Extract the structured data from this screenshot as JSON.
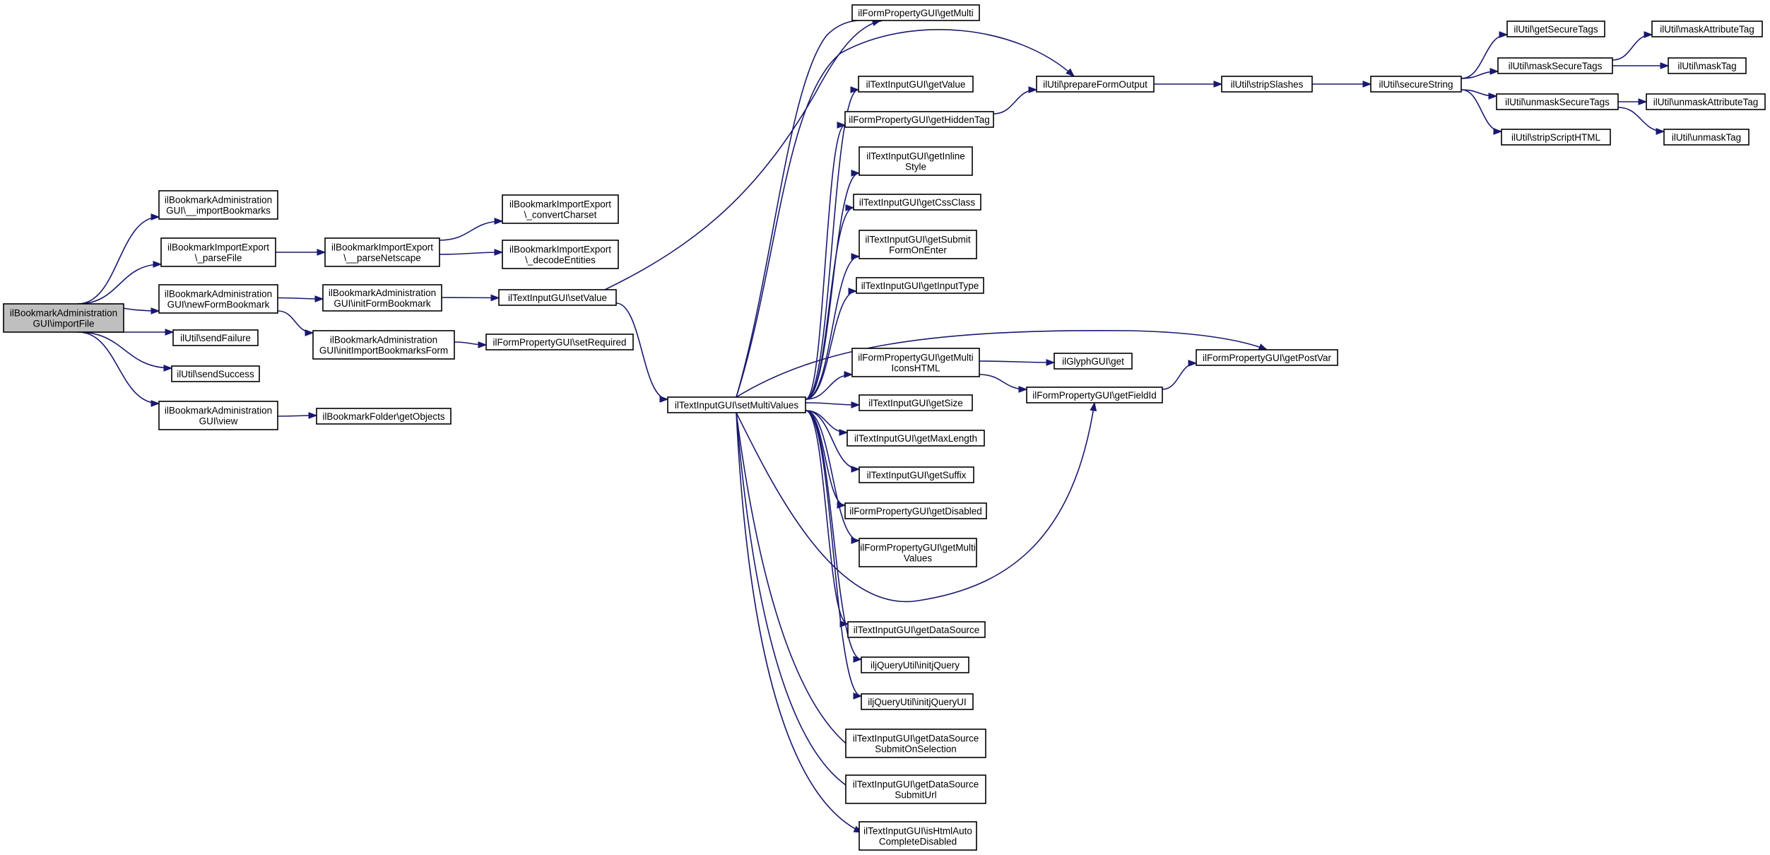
{
  "graph": {
    "nodes": [
      {
        "id": "root",
        "lines": [
          "ilBookmarkAdministration",
          "GUI\\importFile"
        ],
        "root": true
      },
      {
        "id": "importBookmarks",
        "lines": [
          "ilBookmarkAdministration",
          "GUI\\__importBookmarks"
        ]
      },
      {
        "id": "parseFile",
        "lines": [
          "ilBookmarkImportExport",
          "\\_parseFile"
        ]
      },
      {
        "id": "newFormBookmark",
        "lines": [
          "ilBookmarkAdministration",
          "GUI\\newFormBookmark"
        ]
      },
      {
        "id": "sendFailure",
        "lines": [
          "ilUtil\\sendFailure"
        ]
      },
      {
        "id": "sendSuccess",
        "lines": [
          "ilUtil\\sendSuccess"
        ]
      },
      {
        "id": "view",
        "lines": [
          "ilBookmarkAdministration",
          "GUI\\view"
        ]
      },
      {
        "id": "parseNetscape",
        "lines": [
          "ilBookmarkImportExport",
          "\\__parseNetscape"
        ]
      },
      {
        "id": "initFormBookmark",
        "lines": [
          "ilBookmarkAdministration",
          "GUI\\initFormBookmark"
        ]
      },
      {
        "id": "initImportBookmarksForm",
        "lines": [
          "ilBookmarkAdministration",
          "GUI\\initImportBookmarksForm"
        ]
      },
      {
        "id": "getObjects",
        "lines": [
          "ilBookmarkFolder\\getObjects"
        ]
      },
      {
        "id": "convertCharset",
        "lines": [
          "ilBookmarkImportExport",
          "\\_convertCharset"
        ]
      },
      {
        "id": "decodeEntities",
        "lines": [
          "ilBookmarkImportExport",
          "\\_decodeEntities"
        ]
      },
      {
        "id": "setValue",
        "lines": [
          "ilTextInputGUI\\setValue"
        ]
      },
      {
        "id": "setRequired",
        "lines": [
          "ilFormPropertyGUI\\setRequired"
        ]
      },
      {
        "id": "setMultiValues",
        "lines": [
          "ilTextInputGUI\\setMultiValues"
        ]
      },
      {
        "id": "getMulti",
        "lines": [
          "ilFormPropertyGUI\\getMulti"
        ]
      },
      {
        "id": "getValue",
        "lines": [
          "ilTextInputGUI\\getValue"
        ]
      },
      {
        "id": "getHiddenTag",
        "lines": [
          "ilFormPropertyGUI\\getHiddenTag"
        ]
      },
      {
        "id": "getInlineStyle",
        "lines": [
          "ilTextInputGUI\\getInline",
          "Style"
        ]
      },
      {
        "id": "getCssClass",
        "lines": [
          "ilTextInputGUI\\getCssClass"
        ]
      },
      {
        "id": "getSubmitFormOnEnter",
        "lines": [
          "ilTextInputGUI\\getSubmit",
          "FormOnEnter"
        ]
      },
      {
        "id": "getInputType",
        "lines": [
          "ilTextInputGUI\\getInputType"
        ]
      },
      {
        "id": "getMultiIconsHTML",
        "lines": [
          "ilFormPropertyGUI\\getMulti",
          "IconsHTML"
        ]
      },
      {
        "id": "getSize",
        "lines": [
          "ilTextInputGUI\\getSize"
        ]
      },
      {
        "id": "getMaxLength",
        "lines": [
          "ilTextInputGUI\\getMaxLength"
        ]
      },
      {
        "id": "getSuffix",
        "lines": [
          "ilTextInputGUI\\getSuffix"
        ]
      },
      {
        "id": "getDisabled",
        "lines": [
          "ilFormPropertyGUI\\getDisabled"
        ]
      },
      {
        "id": "getMultiValues",
        "lines": [
          "ilFormPropertyGUI\\getMulti",
          "Values"
        ]
      },
      {
        "id": "getDataSource",
        "lines": [
          "ilTextInputGUI\\getDataSource"
        ]
      },
      {
        "id": "initjQuery",
        "lines": [
          "iljQueryUtil\\initjQuery"
        ]
      },
      {
        "id": "initjQueryUI",
        "lines": [
          "iljQueryUtil\\initjQueryUI"
        ]
      },
      {
        "id": "getDataSourceSubmitOnSelection",
        "lines": [
          "ilTextInputGUI\\getDataSource",
          "SubmitOnSelection"
        ]
      },
      {
        "id": "getDataSourceSubmitUrl",
        "lines": [
          "ilTextInputGUI\\getDataSource",
          "SubmitUrl"
        ]
      },
      {
        "id": "isHtmlAutoCompleteDisabled",
        "lines": [
          "ilTextInputGUI\\isHtmlAuto",
          "CompleteDisabled"
        ]
      },
      {
        "id": "prepareFormOutput",
        "lines": [
          "ilUtil\\prepareFormOutput"
        ]
      },
      {
        "id": "glyphGet",
        "lines": [
          "ilGlyphGUI\\get"
        ]
      },
      {
        "id": "getFieldId",
        "lines": [
          "ilFormPropertyGUI\\getFieldId"
        ]
      },
      {
        "id": "getPostVar",
        "lines": [
          "ilFormPropertyGUI\\getPostVar"
        ]
      },
      {
        "id": "stripSlashes",
        "lines": [
          "ilUtil\\stripSlashes"
        ]
      },
      {
        "id": "secureString",
        "lines": [
          "ilUtil\\secureString"
        ]
      },
      {
        "id": "getSecureTags",
        "lines": [
          "ilUtil\\getSecureTags"
        ]
      },
      {
        "id": "maskSecureTags",
        "lines": [
          "ilUtil\\maskSecureTags"
        ]
      },
      {
        "id": "unmaskSecureTags",
        "lines": [
          "ilUtil\\unmaskSecureTags"
        ]
      },
      {
        "id": "stripScriptHTML",
        "lines": [
          "ilUtil\\stripScriptHTML"
        ]
      },
      {
        "id": "maskAttributeTag",
        "lines": [
          "ilUtil\\maskAttributeTag"
        ]
      },
      {
        "id": "maskTag",
        "lines": [
          "ilUtil\\maskTag"
        ]
      },
      {
        "id": "unmaskAttributeTag",
        "lines": [
          "ilUtil\\unmaskAttributeTag"
        ]
      },
      {
        "id": "unmaskTag",
        "lines": [
          "ilUtil\\unmaskTag"
        ]
      }
    ],
    "edges": [
      [
        "root",
        "importBookmarks"
      ],
      [
        "root",
        "parseFile"
      ],
      [
        "root",
        "newFormBookmark"
      ],
      [
        "root",
        "sendFailure"
      ],
      [
        "root",
        "sendSuccess"
      ],
      [
        "root",
        "view"
      ],
      [
        "parseFile",
        "parseNetscape"
      ],
      [
        "parseNetscape",
        "convertCharset"
      ],
      [
        "parseNetscape",
        "decodeEntities"
      ],
      [
        "newFormBookmark",
        "initFormBookmark"
      ],
      [
        "newFormBookmark",
        "initImportBookmarksForm"
      ],
      [
        "view",
        "getObjects"
      ],
      [
        "initFormBookmark",
        "setValue"
      ],
      [
        "initImportBookmarksForm",
        "setRequired"
      ],
      [
        "setValue",
        "getMulti"
      ],
      [
        "setValue",
        "setMultiValues"
      ],
      [
        "setMultiValues",
        "getMulti"
      ],
      [
        "setMultiValues",
        "prepareFormOutput"
      ],
      [
        "setMultiValues",
        "getValue"
      ],
      [
        "setMultiValues",
        "getHiddenTag"
      ],
      [
        "setMultiValues",
        "getInlineStyle"
      ],
      [
        "setMultiValues",
        "getCssClass"
      ],
      [
        "setMultiValues",
        "getSubmitFormOnEnter"
      ],
      [
        "setMultiValues",
        "getInputType"
      ],
      [
        "setMultiValues",
        "getPostVar"
      ],
      [
        "setMultiValues",
        "getMultiIconsHTML"
      ],
      [
        "setMultiValues",
        "getSize"
      ],
      [
        "setMultiValues",
        "getMaxLength"
      ],
      [
        "setMultiValues",
        "getSuffix"
      ],
      [
        "setMultiValues",
        "getDisabled"
      ],
      [
        "setMultiValues",
        "getMultiValues"
      ],
      [
        "setMultiValues",
        "getFieldId"
      ],
      [
        "setMultiValues",
        "getDataSource"
      ],
      [
        "setMultiValues",
        "initjQuery"
      ],
      [
        "setMultiValues",
        "initjQueryUI"
      ],
      [
        "setMultiValues",
        "getDataSourceSubmitOnSelection"
      ],
      [
        "setMultiValues",
        "getDataSourceSubmitUrl"
      ],
      [
        "setMultiValues",
        "isHtmlAutoCompleteDisabled"
      ],
      [
        "getHiddenTag",
        "prepareFormOutput"
      ],
      [
        "getMultiIconsHTML",
        "glyphGet"
      ],
      [
        "getMultiIconsHTML",
        "getFieldId"
      ],
      [
        "getFieldId",
        "getPostVar"
      ],
      [
        "prepareFormOutput",
        "stripSlashes"
      ],
      [
        "stripSlashes",
        "secureString"
      ],
      [
        "secureString",
        "getSecureTags"
      ],
      [
        "secureString",
        "maskSecureTags"
      ],
      [
        "secureString",
        "unmaskSecureTags"
      ],
      [
        "secureString",
        "stripScriptHTML"
      ],
      [
        "maskSecureTags",
        "maskAttributeTag"
      ],
      [
        "maskSecureTags",
        "maskTag"
      ],
      [
        "unmaskSecureTags",
        "unmaskAttributeTag"
      ],
      [
        "unmaskSecureTags",
        "unmaskTag"
      ]
    ]
  }
}
